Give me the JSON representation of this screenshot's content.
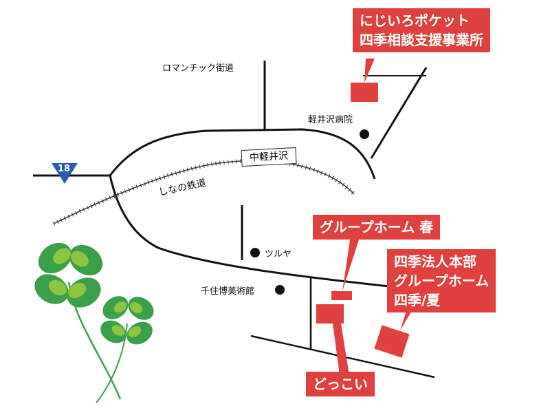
{
  "route_badge": "18",
  "roads": {
    "romantic": "ロマンチック街道"
  },
  "railway": {
    "name": "しなの鉄道",
    "station": "中軽井沢"
  },
  "landmarks": {
    "hospital": "軽井沢病院",
    "tsuruya": "ツルヤ",
    "museum": "千住博美術館"
  },
  "callouts": {
    "nijiiro_line1": "にじいろポケット",
    "nijiiro_line2": "四季相談支援事業所",
    "haru": "グループホーム 春",
    "honbu_line1": "四季法人本部",
    "honbu_line2": "グループホーム",
    "honbu_line3": "四季/夏",
    "dokkoi": "どっこい"
  },
  "colors": {
    "accent_red": "#e0413f",
    "route_blue": "#2a5db0",
    "clover_green": "#3aa14a",
    "clover_light": "#8cc63e"
  }
}
